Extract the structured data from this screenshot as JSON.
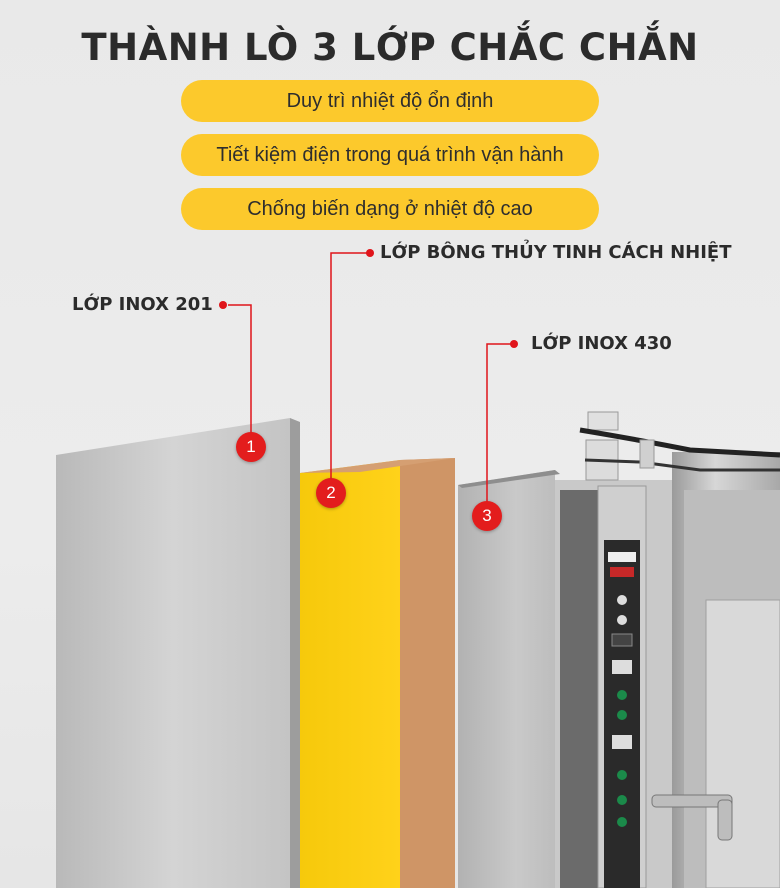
{
  "title": "THÀNH LÒ 3 LỚP CHẮC CHẮN",
  "features": [
    "Duy trì nhiệt độ ổn định",
    "Tiết kiệm điện trong quá trình vận hành",
    "Chống biến dạng ở nhiệt độ cao"
  ],
  "layers": [
    {
      "number": "1",
      "label": "LỚP INOX 201"
    },
    {
      "number": "2",
      "label": "LỚP BÔNG THỦY TINH CÁCH NHIỆT"
    },
    {
      "number": "3",
      "label": "LỚP INOX 430"
    }
  ],
  "colors": {
    "accent": "#fcc92c",
    "marker": "#e31d1d",
    "title": "#2b2b2b"
  }
}
